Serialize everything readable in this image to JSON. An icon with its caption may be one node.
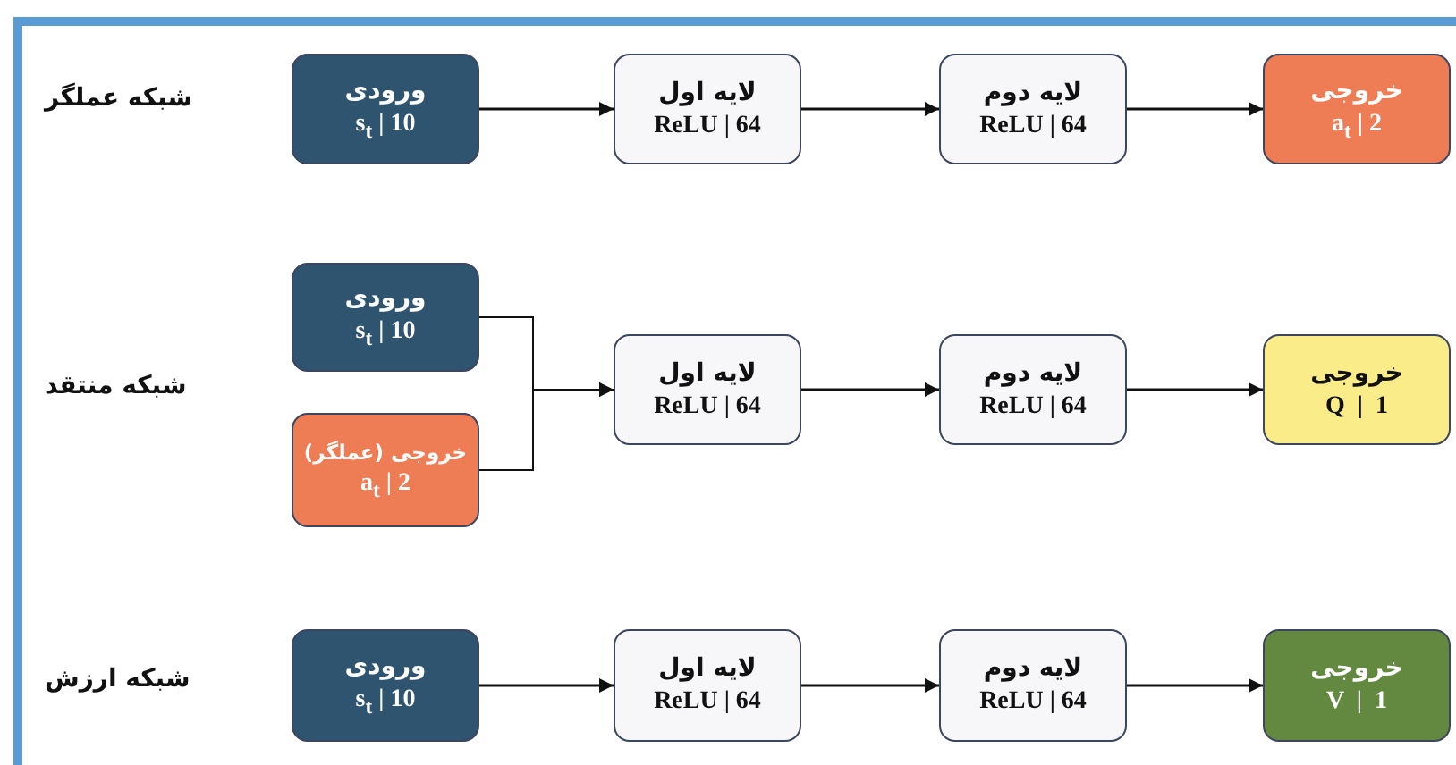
{
  "diagram": {
    "nodes": [
      {
        "text": [
          "ورودی",
          "s$_{t}$ | 10"
        ]
      },
      {
        "text": [
          "لایه اول",
          "ReLU | 64"
        ]
      },
      {
        "text": [
          "لایه دوم",
          "ReLU | 64"
        ]
      },
      {
        "text": [
          "خروجی",
          "a$_{t}$ | 2"
        ]
      },
      {
        "text": [
          "ورودی",
          "s$_{t}$ | 10"
        ]
      },
      {
        "text": [
          "خروجی (عملگر)",
          "a$_{t}$ | 2"
        ]
      },
      {
        "text": [
          "لایه اول",
          "ReLU | 64"
        ]
      },
      {
        "text": [
          "لایه دوم",
          "ReLU | 64"
        ]
      },
      {
        "text": [
          "خروجی",
          "Q  |  1"
        ]
      },
      {
        "text": [
          "ورودی",
          "s$_{t}$ | 10"
        ]
      },
      {
        "text": [
          "لایه اول",
          "ReLU | 64"
        ]
      },
      {
        "text": [
          "لایه دوم",
          "ReLU | 64"
        ]
      },
      {
        "text": [
          "خروجی",
          "V  |  1"
        ]
      }
    ],
    "edges": [
      {
        "from": 0,
        "to": 1,
        "arrow": "to"
      },
      {
        "from": 1,
        "to": 2,
        "arrow": "to"
      },
      {
        "from": 2,
        "to": 3,
        "arrow": "to"
      },
      {
        "from": 4,
        "to": 6,
        "arrow": "to"
      },
      {
        "from": 5,
        "to": 6,
        "arrow": "to"
      },
      {
        "from": 6,
        "to": 7,
        "arrow": "to"
      },
      {
        "from": 7,
        "to": 8,
        "arrow": "to"
      },
      {
        "from": 9,
        "to": 10,
        "arrow": "to"
      },
      {
        "from": 10,
        "to": 11,
        "arrow": "to"
      },
      {
        "from": 11,
        "to": 12,
        "arrow": "to"
      }
    ],
    "labels": [
      "شبکه عملگر",
      "شبکه منتقد",
      "شبکه ارزش"
    ]
  }
}
